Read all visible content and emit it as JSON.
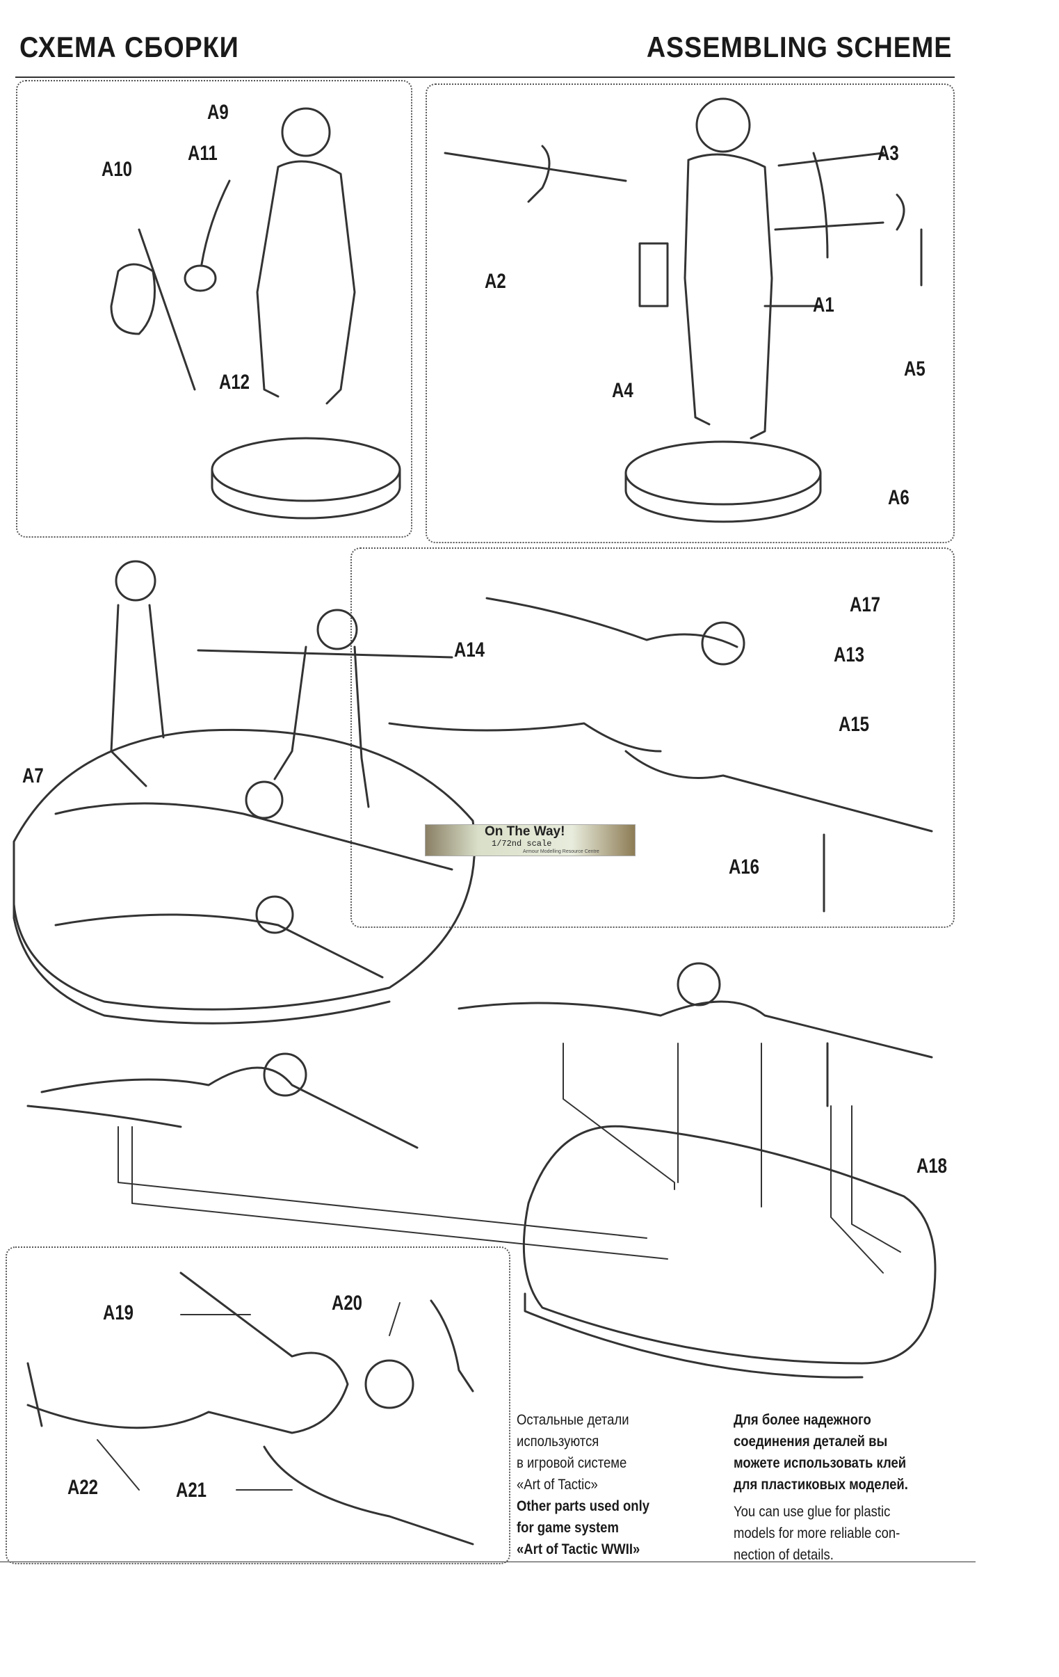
{
  "header": {
    "title_ru": "СХЕМА СБОРКИ",
    "title_en": "ASSEMBLING SCHEME"
  },
  "parts": {
    "A1": "A1",
    "A2": "A2",
    "A3": "A3",
    "A4": "A4",
    "A5": "A5",
    "A6": "A6",
    "A7": "A7",
    "A9": "A9",
    "A10": "A10",
    "A11": "A11",
    "A12": "A12",
    "A13": "A13",
    "A14": "A14",
    "A15": "A15",
    "A16": "A16",
    "A17": "A17",
    "A18": "A18",
    "A19": "A19",
    "A20": "A20",
    "A21": "A21",
    "A22": "A22"
  },
  "watermark": {
    "title": "On The Way!",
    "scale": "1/72nd scale",
    "subtitle": "Armour Modelling Resource Centre"
  },
  "notes": {
    "ru_other": [
      "Остальные детали",
      "используются",
      "в игровой системе",
      "«Art of Tactic»"
    ],
    "en_other": [
      "Other parts used only",
      "for game system",
      "«Art of Tactic WWII»"
    ],
    "ru_glue": [
      "Для более надежного",
      "соединения деталей вы",
      "можете использовать клей",
      "для пластиковых моделей."
    ],
    "en_glue": [
      "You can use glue for plastic",
      "models for more reliable con-",
      "nection of details."
    ]
  }
}
